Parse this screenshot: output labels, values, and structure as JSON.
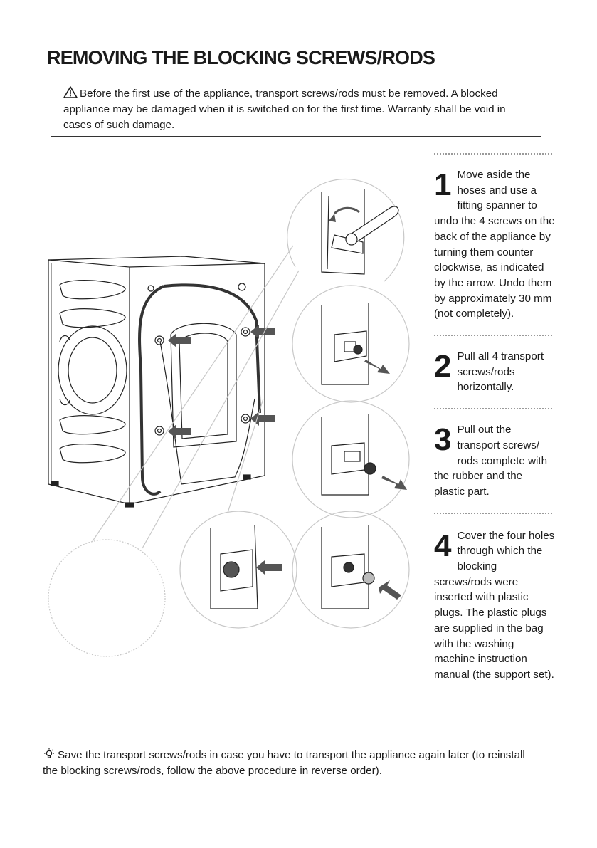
{
  "page": {
    "title": "REMOVING THE BLOCKING SCREWS/RODS",
    "warning": {
      "icon": "warning-triangle-icon",
      "text": "Before the first use of the appliance, transport screws/rods must be removed. A blocked appliance may be damaged when it is switched on for the first time. Warranty shall be void in cases of such damage."
    },
    "steps": [
      {
        "number": "1",
        "text": "Move aside the hoses and use a fitting spanner to undo the 4 screws on the back of the appliance by turning them counter clockwise, as indicated by the arrow. Undo them by approximately 30 mm (not completely)."
      },
      {
        "number": "2",
        "text": "Pull all 4 transport screws/rods horizontally."
      },
      {
        "number": "3",
        "text": "Pull out the transport screws/ rods complete with the rubber and the plastic part."
      },
      {
        "number": "4",
        "text": "Cover the four holes through which the blocking screws/rods were inserted with plastic plugs. The plastic plugs are supplied in the bag with the washing machine instruction manual (the support set)."
      }
    ],
    "tip": {
      "icon": "lightbulb-icon",
      "text": "Save the transport screws/rods in case you have to transport the appliance again later (to reinstall the blocking screws/rods, follow the above procedure in reverse order)."
    },
    "colors": {
      "text": "#1a1a1a",
      "arrow": "#555555",
      "outline": "#c8c8c8"
    }
  }
}
